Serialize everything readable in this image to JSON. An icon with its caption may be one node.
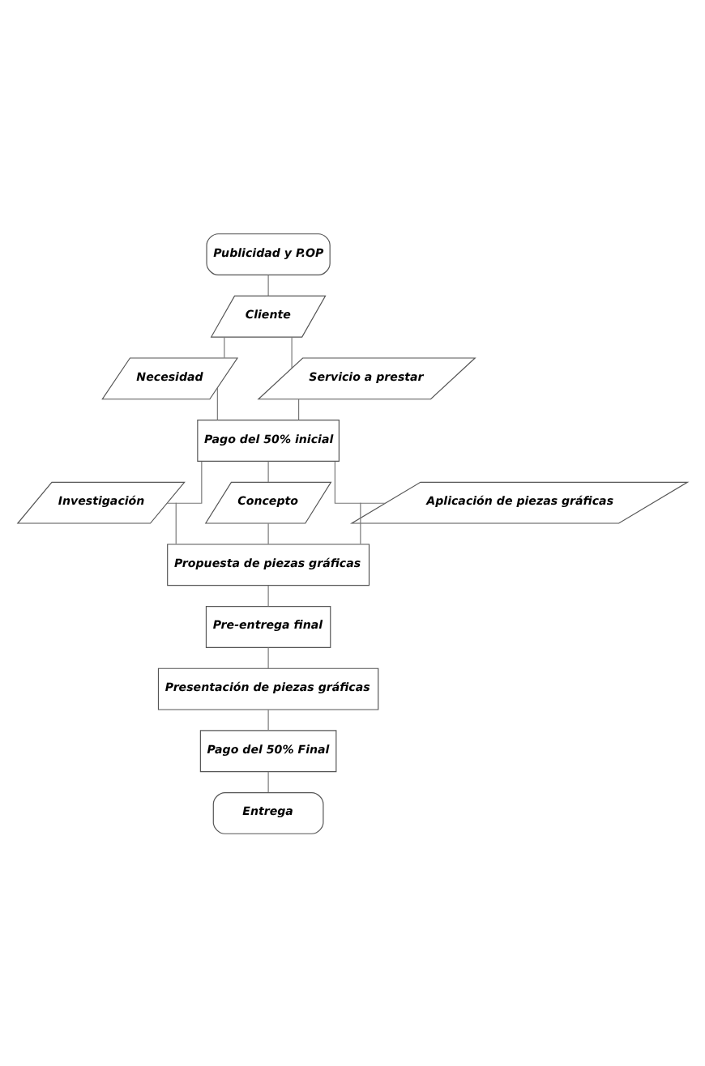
{
  "diagram": {
    "nodes": [
      {
        "text": [
          "Publicidad y P.OP"
        ]
      },
      {
        "text": [
          "Cliente"
        ]
      },
      {
        "text": [
          "Necesidad"
        ]
      },
      {
        "text": [
          "Servicio a prestar"
        ]
      },
      {
        "text": [
          "Pago del 50% inicial"
        ]
      },
      {
        "text": [
          "Investigación"
        ]
      },
      {
        "text": [
          "Concepto"
        ]
      },
      {
        "text": [
          "Aplicación de piezas gráficas"
        ]
      },
      {
        "text": [
          "Propuesta de piezas gráficas"
        ]
      },
      {
        "text": [
          "Pre-entrega final"
        ]
      },
      {
        "text": [
          "Presentación de piezas gráficas"
        ]
      },
      {
        "text": [
          "Pago del 50% Final"
        ]
      },
      {
        "text": [
          "Entrega"
        ]
      }
    ],
    "edges": [
      {
        "from": 0,
        "to": 1,
        "arrow": "none"
      },
      {
        "from": 1,
        "to": 2,
        "arrow": "none"
      },
      {
        "from": 1,
        "to": 3,
        "arrow": "none"
      },
      {
        "from": 2,
        "to": 4,
        "arrow": "none"
      },
      {
        "from": 3,
        "to": 4,
        "arrow": "none"
      },
      {
        "from": 4,
        "to": 5,
        "arrow": "none"
      },
      {
        "from": 4,
        "to": 6,
        "arrow": "none"
      },
      {
        "from": 4,
        "to": 7,
        "arrow": "none"
      },
      {
        "from": 5,
        "to": 8,
        "arrow": "none"
      },
      {
        "from": 6,
        "to": 8,
        "arrow": "none"
      },
      {
        "from": 7,
        "to": 8,
        "arrow": "none"
      },
      {
        "from": 8,
        "to": 9,
        "arrow": "none"
      },
      {
        "from": 9,
        "to": 10,
        "arrow": "none"
      },
      {
        "from": 10,
        "to": 11,
        "arrow": "none"
      },
      {
        "from": 11,
        "to": 12,
        "arrow": "none"
      }
    ]
  }
}
